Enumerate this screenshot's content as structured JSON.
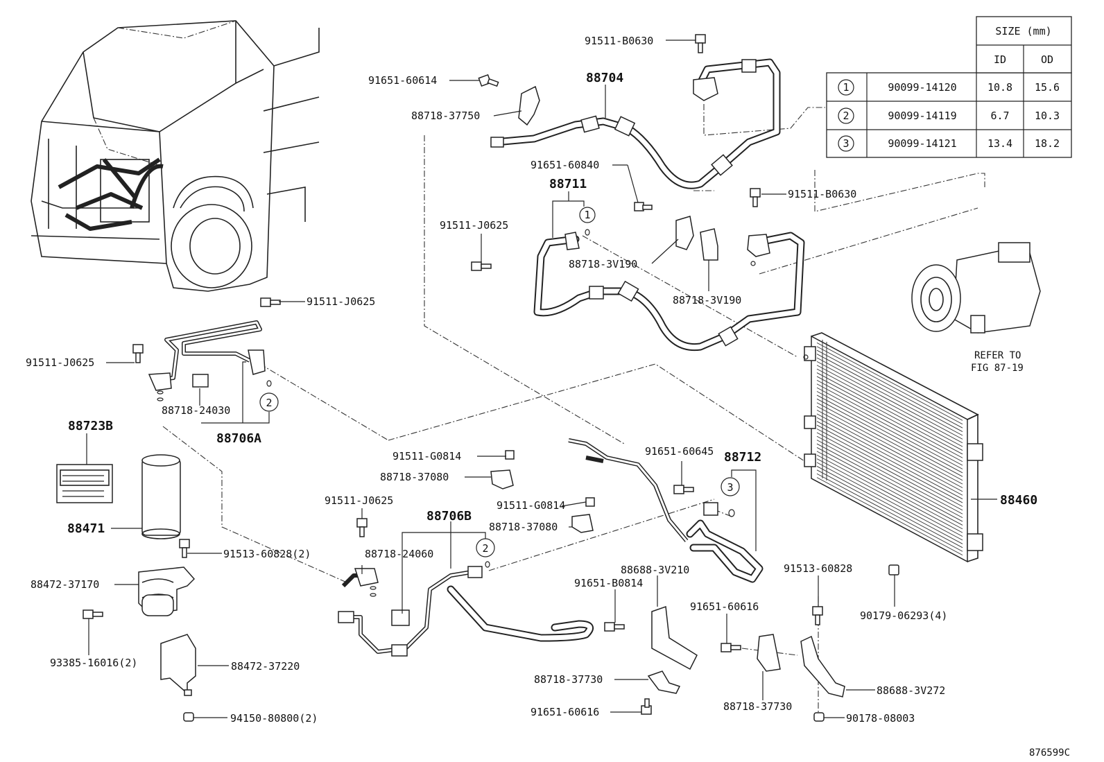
{
  "drawing_id": "876599C",
  "size_table": {
    "header": "SIZE (mm)",
    "col_id": "ID",
    "col_od": "OD",
    "rows": [
      {
        "mark": "1",
        "part": "90099-14120",
        "id": "10.8",
        "od": "15.6"
      },
      {
        "mark": "2",
        "part": "90099-14119",
        "id": "6.7",
        "od": "10.3"
      },
      {
        "mark": "3",
        "part": "90099-14121",
        "id": "13.4",
        "od": "18.2"
      }
    ]
  },
  "labels": {
    "p91511_B0630_top": "91511-B0630",
    "p91651_60614": "91651-60614",
    "p88704": "88704",
    "p88718_37750": "88718-37750",
    "p91651_60840": "91651-60840",
    "p88711": "88711",
    "p91511_B0630_right": "91511-B0630",
    "p91511_J0625_mid": "91511-J0625",
    "p88718_3V190_a": "88718-3V190",
    "p88718_3V190_b": "88718-3V190",
    "refer_line1": "REFER TO",
    "refer_line2": "FIG 87-19",
    "p91511_J0625_a": "91511-J0625",
    "p91511_J0625_b": "91511-J0625",
    "p88718_24030": "88718-24030",
    "p88706A": "88706A",
    "p88723B": "88723B",
    "p88471": "88471",
    "p91511_G0814_a": "91511-G0814",
    "p88718_37080_a": "88718-37080",
    "p91651_60645": "91651-60645",
    "p88712": "88712",
    "p91511_J0625_c": "91511-J0625",
    "p91511_G0814_b": "91511-G0814",
    "p88706B": "88706B",
    "p88718_37080_b": "88718-37080",
    "p88460": "88460",
    "p91513_60828_2": "91513-60828(2)",
    "p88718_24060": "88718-24060",
    "p88472_37170": "88472-37170",
    "p88688_3V210": "88688-3V210",
    "p91513_60828": "91513-60828",
    "p91651_B0814": "91651-B0814",
    "p91651_60616_a": "91651-60616",
    "p90179_06293": "90179-06293(4)",
    "p93385_16016": "93385-16016(2)",
    "p88472_37220": "88472-37220",
    "p88718_37730_a": "88718-37730",
    "p88688_3V272": "88688-3V272",
    "p88718_37730_b": "88718-37730",
    "p91651_60616_b": "91651-60616",
    "p90178_08003": "90178-08003",
    "p94150_80800": "94150-80800(2)",
    "mark1": "1",
    "mark2a": "2",
    "mark2b": "2",
    "mark3": "3"
  }
}
